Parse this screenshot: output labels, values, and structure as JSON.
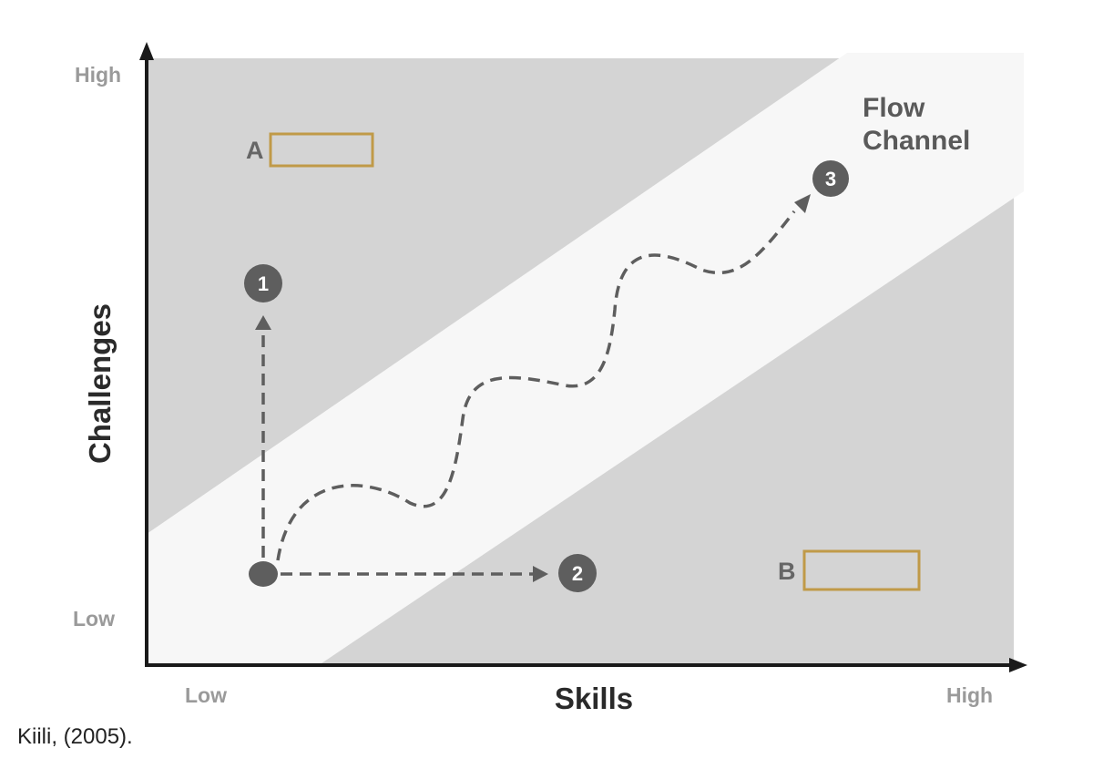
{
  "axes": {
    "y_title": "Challenges",
    "x_title": "Skills",
    "y_high": "High",
    "y_low": "Low",
    "x_low": "Low",
    "x_high": "High"
  },
  "flow_channel": {
    "line1": "Flow",
    "line2": "Channel"
  },
  "boxes": {
    "a_label": "A",
    "b_label": "B"
  },
  "markers": {
    "m1": "1",
    "m2": "2",
    "m3": "3"
  },
  "citation": "Kiili, (2005).",
  "colors": {
    "region_gray": "#d4d4d4",
    "channel": "#f7f7f7",
    "box_outline": "#c09a48",
    "marker": "#5e5e5e",
    "path": "#5e5e5e",
    "axis": "#1a1a1a"
  }
}
